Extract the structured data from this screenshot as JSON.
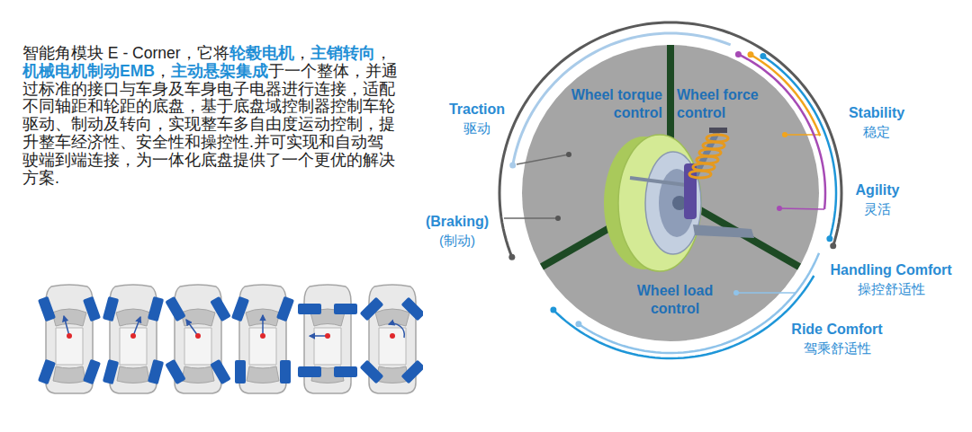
{
  "diagram": {
    "nodes": [
      {
        "text": [
          "Wheel torque control",
          "Wheel force control",
          "Wheel load control"
        ]
      }
    ],
    "labels": [
      "智能角模块 E - Corner，它将",
      "轮毂电机",
      "，",
      "主销转向",
      "，",
      "机械电机制动EMB",
      "，",
      "主动悬架集成",
      "于一个整体，并通过标准的接口与车身及车身电子电器进行连接，适配不同轴距和轮距的底盘，基于底盘域控制器控制车轮驱动、制动及转向，实现整车多自由度运动控制，提升整车经济性、安全性和操控性.并可实现和自动驾驶端到端连接，为一体化底盘提供了一个更优的解决方案.",
      "Traction",
      "驱动",
      "(Braking)",
      "(制动)",
      "Stability",
      "稳定",
      "Agility",
      "灵活",
      "Handling Comfort",
      "操控舒适性",
      "Ride Comfort",
      "驾乘舒适性"
    ]
  }
}
